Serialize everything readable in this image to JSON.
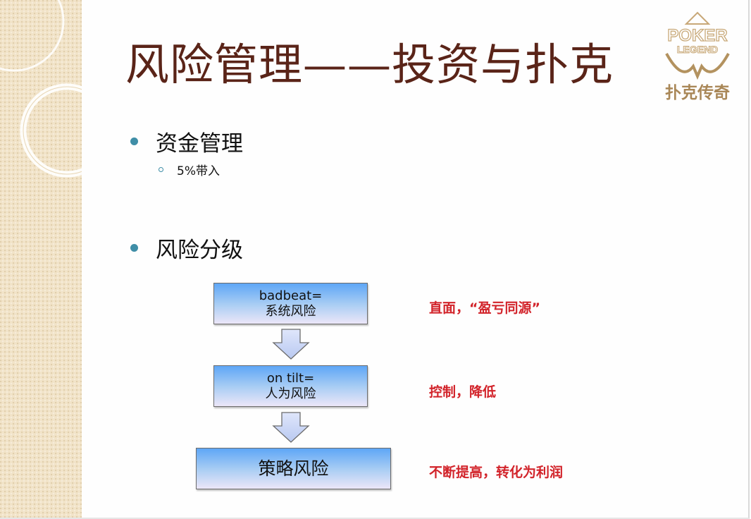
{
  "slide": {
    "title": "风险管理——投资与扑克",
    "logo": {
      "text_top": "POKER",
      "text_mid": "LEGEND",
      "text_cn": "扑克传奇",
      "color": "#b89a6a"
    },
    "bullets": [
      {
        "label": "资金管理",
        "sub_items": [
          "5%带入"
        ]
      },
      {
        "label": "风险分级"
      }
    ],
    "flow": [
      {
        "lines": [
          "badbeat=",
          "系统风险"
        ],
        "note": "直面，“盈亏同源”"
      },
      {
        "lines": [
          "on tilt=",
          "人为风险"
        ],
        "note": "控制，降低"
      },
      {
        "lines": [
          "策略风险"
        ],
        "note": "不断提高，转化为利润"
      }
    ],
    "colors": {
      "title": "#5a2418",
      "bullet": "#3f8ea7",
      "note": "#d2232a",
      "box_top": "#5ea6f6",
      "box_bottom": "#ece6f8",
      "side_panel": "#f1e3c8"
    }
  }
}
